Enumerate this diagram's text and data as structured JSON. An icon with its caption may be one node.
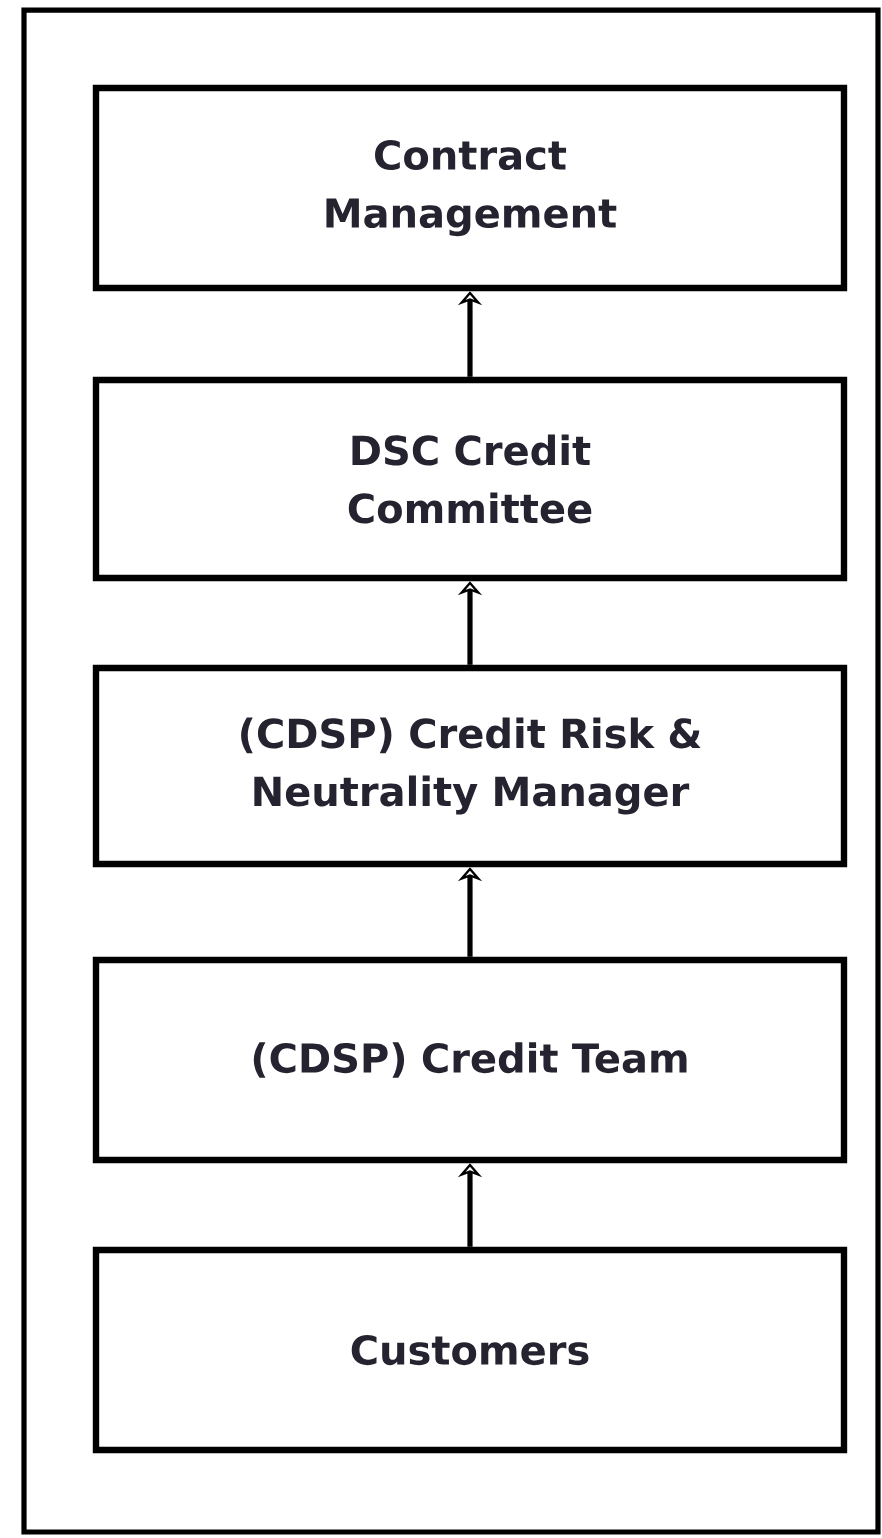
{
  "diagram": {
    "nodes": [
      {
        "text": [],
        "shape": "box"
      },
      {
        "text": [
          "Contract Management"
        ],
        "in": 0
      },
      {
        "text": [
          "DSC Credit Committee"
        ],
        "in": 0
      },
      {
        "text": [
          "(CDSP) Credit Risk & Neutrality Manager"
        ],
        "in": 0
      },
      {
        "text": [
          "(CDSP) Credit Team"
        ],
        "in": 0
      },
      {
        "text": [
          "Customers"
        ],
        "in": 0
      }
    ],
    "edges": [
      {
        "from": 2,
        "to": 1,
        "arrow": "to"
      },
      {
        "from": 3,
        "to": 2,
        "arrow": "to"
      },
      {
        "from": 4,
        "to": 3,
        "arrow": "to"
      },
      {
        "from": 5,
        "to": 4,
        "arrow": "to"
      }
    ]
  }
}
